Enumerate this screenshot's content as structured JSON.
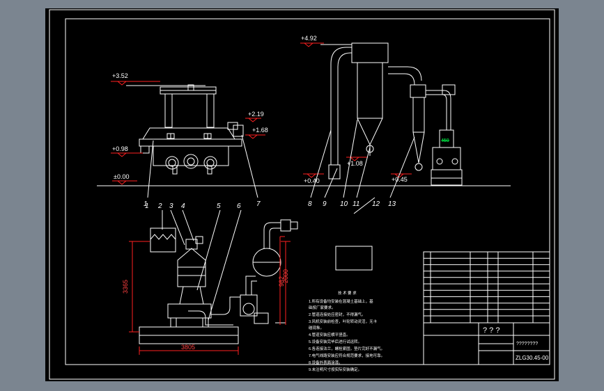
{
  "levels": {
    "l352": "+3.52",
    "l098": "+0.98",
    "l000": "±0.00",
    "l219": "+2.19",
    "l168": "+1.68",
    "l492": "+4.92",
    "l040": "+0.40",
    "l108": "+1.08",
    "l045": "+0.45"
  },
  "part_numbers": {
    "top": [
      "1",
      "7",
      "8",
      "9",
      "10",
      "11",
      "12",
      "13"
    ],
    "bottom": [
      "1",
      "2",
      "3",
      "4",
      "5",
      "6"
    ]
  },
  "dimensions": {
    "height_left": "3365",
    "height_right": "2000",
    "height_small": "982",
    "width_base": "3805",
    "fan_mark": "450"
  },
  "notes": {
    "title": "技 术 要 求",
    "lines": [
      "1.所有设备均安装在混凝土基础上，基",
      "础按厂家要求。",
      "2.管道连接处应密封，不得漏气。",
      "3.风机安装前检查，叶轮转动灵活，无卡",
      "碰现象。",
      "4.管道安装应横平竖直。",
      "5.设备安装完毕后进行试运转。",
      "6.各连接法兰，螺栓紧固，垫片完好不漏气。",
      "7.电气线路安装应符合规范要求，接地可靠。",
      "8.设备外表面涂漆。",
      "9.未注明尺寸按实际安装确定。"
    ]
  },
  "title_block": {
    "drawing_no": "ZLG30.45-00",
    "title_marks": "? ? ?",
    "project": "????????"
  }
}
